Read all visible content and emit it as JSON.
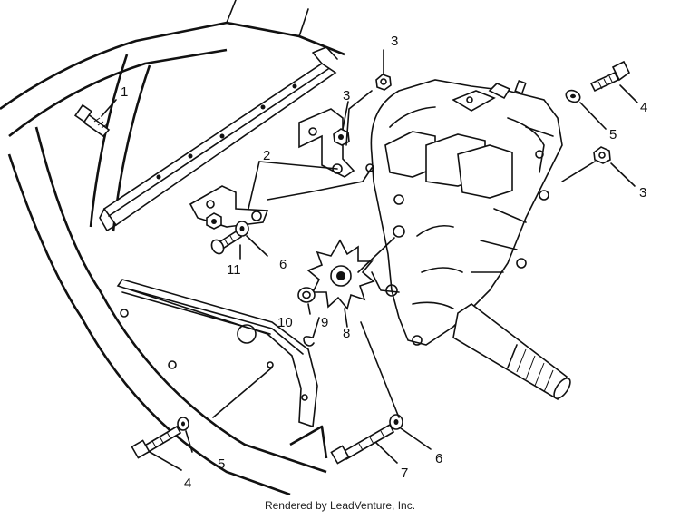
{
  "callouts": [
    {
      "id": "1",
      "text": "1"
    },
    {
      "id": "2",
      "text": "2"
    },
    {
      "id": "3a",
      "text": "3"
    },
    {
      "id": "3b",
      "text": "3"
    },
    {
      "id": "3c",
      "text": "3"
    },
    {
      "id": "4a",
      "text": "4"
    },
    {
      "id": "4b",
      "text": "4"
    },
    {
      "id": "5a",
      "text": "5"
    },
    {
      "id": "5b",
      "text": "5"
    },
    {
      "id": "6a",
      "text": "6"
    },
    {
      "id": "6b",
      "text": "6"
    },
    {
      "id": "7",
      "text": "7"
    },
    {
      "id": "8",
      "text": "8"
    },
    {
      "id": "9",
      "text": "9"
    },
    {
      "id": "10",
      "text": "10"
    },
    {
      "id": "11",
      "text": "11"
    }
  ],
  "footer": {
    "text": "Rendered by LeadVenture, Inc."
  }
}
